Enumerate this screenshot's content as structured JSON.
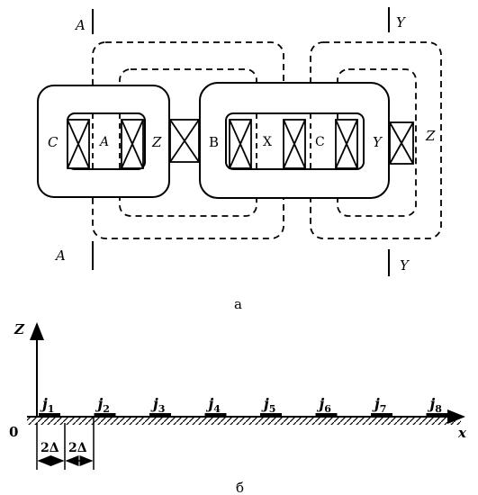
{
  "figure_a": {
    "caption": "а",
    "terminals": {
      "left_top": "A",
      "left_bottom": "A",
      "right_top": "Y",
      "right_bottom": "Y"
    },
    "left_core": {
      "outer_left": "C",
      "inner": "A",
      "outer_right": "Z"
    },
    "right_core": {
      "left": "B",
      "mid1": "X",
      "mid2": "C",
      "right": "Y",
      "outer_right": "Z"
    }
  },
  "figure_b": {
    "caption": "б",
    "origin_label": "0",
    "z_axis_label": "Z",
    "x_axis_label": "x",
    "delta_labels": [
      "2Δ",
      "2Δ"
    ],
    "currents": [
      {
        "base": "j",
        "sub": "1"
      },
      {
        "base": "j",
        "sub": "2"
      },
      {
        "base": "j",
        "sub": "3"
      },
      {
        "base": "j",
        "sub": "4"
      },
      {
        "base": "j",
        "sub": "5"
      },
      {
        "base": "j",
        "sub": "6"
      },
      {
        "base": "j",
        "sub": "7"
      },
      {
        "base": "j",
        "sub": "8"
      }
    ]
  },
  "colors": {
    "ink": "#000000",
    "background": "#ffffff"
  }
}
